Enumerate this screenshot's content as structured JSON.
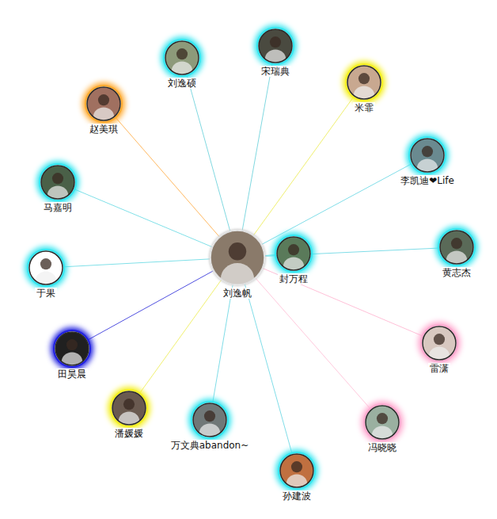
{
  "diagram": {
    "nodes": [
      {
        "text": [
          "刘逸帆"
        ]
      },
      {
        "text": [
          "封万程"
        ]
      },
      {
        "text": [
          "刘逸硕"
        ]
      },
      {
        "text": [
          "宋瑞典"
        ]
      },
      {
        "text": [
          "米霏"
        ]
      },
      {
        "text": [
          "李凯迪❤Life"
        ]
      },
      {
        "text": [
          "黄志杰"
        ]
      },
      {
        "text": [
          "雷潇"
        ]
      },
      {
        "text": [
          "冯晓晓"
        ]
      },
      {
        "text": [
          "孙建波"
        ]
      },
      {
        "text": [
          "万文典abandon~"
        ]
      },
      {
        "text": [
          "潘媛媛"
        ]
      },
      {
        "text": [
          "田昊晨"
        ]
      },
      {
        "text": [
          "于果"
        ]
      },
      {
        "text": [
          "马嘉明"
        ]
      },
      {
        "text": [
          "赵美琪"
        ]
      }
    ],
    "edges": [
      {
        "from": 0,
        "to": 1,
        "arrow": "none"
      },
      {
        "from": 0,
        "to": 2,
        "arrow": "none"
      },
      {
        "from": 0,
        "to": 3,
        "arrow": "none"
      },
      {
        "from": 0,
        "to": 4,
        "arrow": "none"
      },
      {
        "from": 0,
        "to": 5,
        "arrow": "none"
      },
      {
        "from": 0,
        "to": 6,
        "arrow": "none"
      },
      {
        "from": 0,
        "to": 7,
        "arrow": "none"
      },
      {
        "from": 0,
        "to": 8,
        "arrow": "none"
      },
      {
        "from": 0,
        "to": 9,
        "arrow": "none"
      },
      {
        "from": 0,
        "to": 10,
        "arrow": "none"
      },
      {
        "from": 0,
        "to": 11,
        "arrow": "none"
      },
      {
        "from": 0,
        "to": 12,
        "arrow": "none"
      },
      {
        "from": 0,
        "to": 13,
        "arrow": "none"
      },
      {
        "from": 0,
        "to": 14,
        "arrow": "none"
      },
      {
        "from": 0,
        "to": 15,
        "arrow": "none"
      }
    ]
  }
}
